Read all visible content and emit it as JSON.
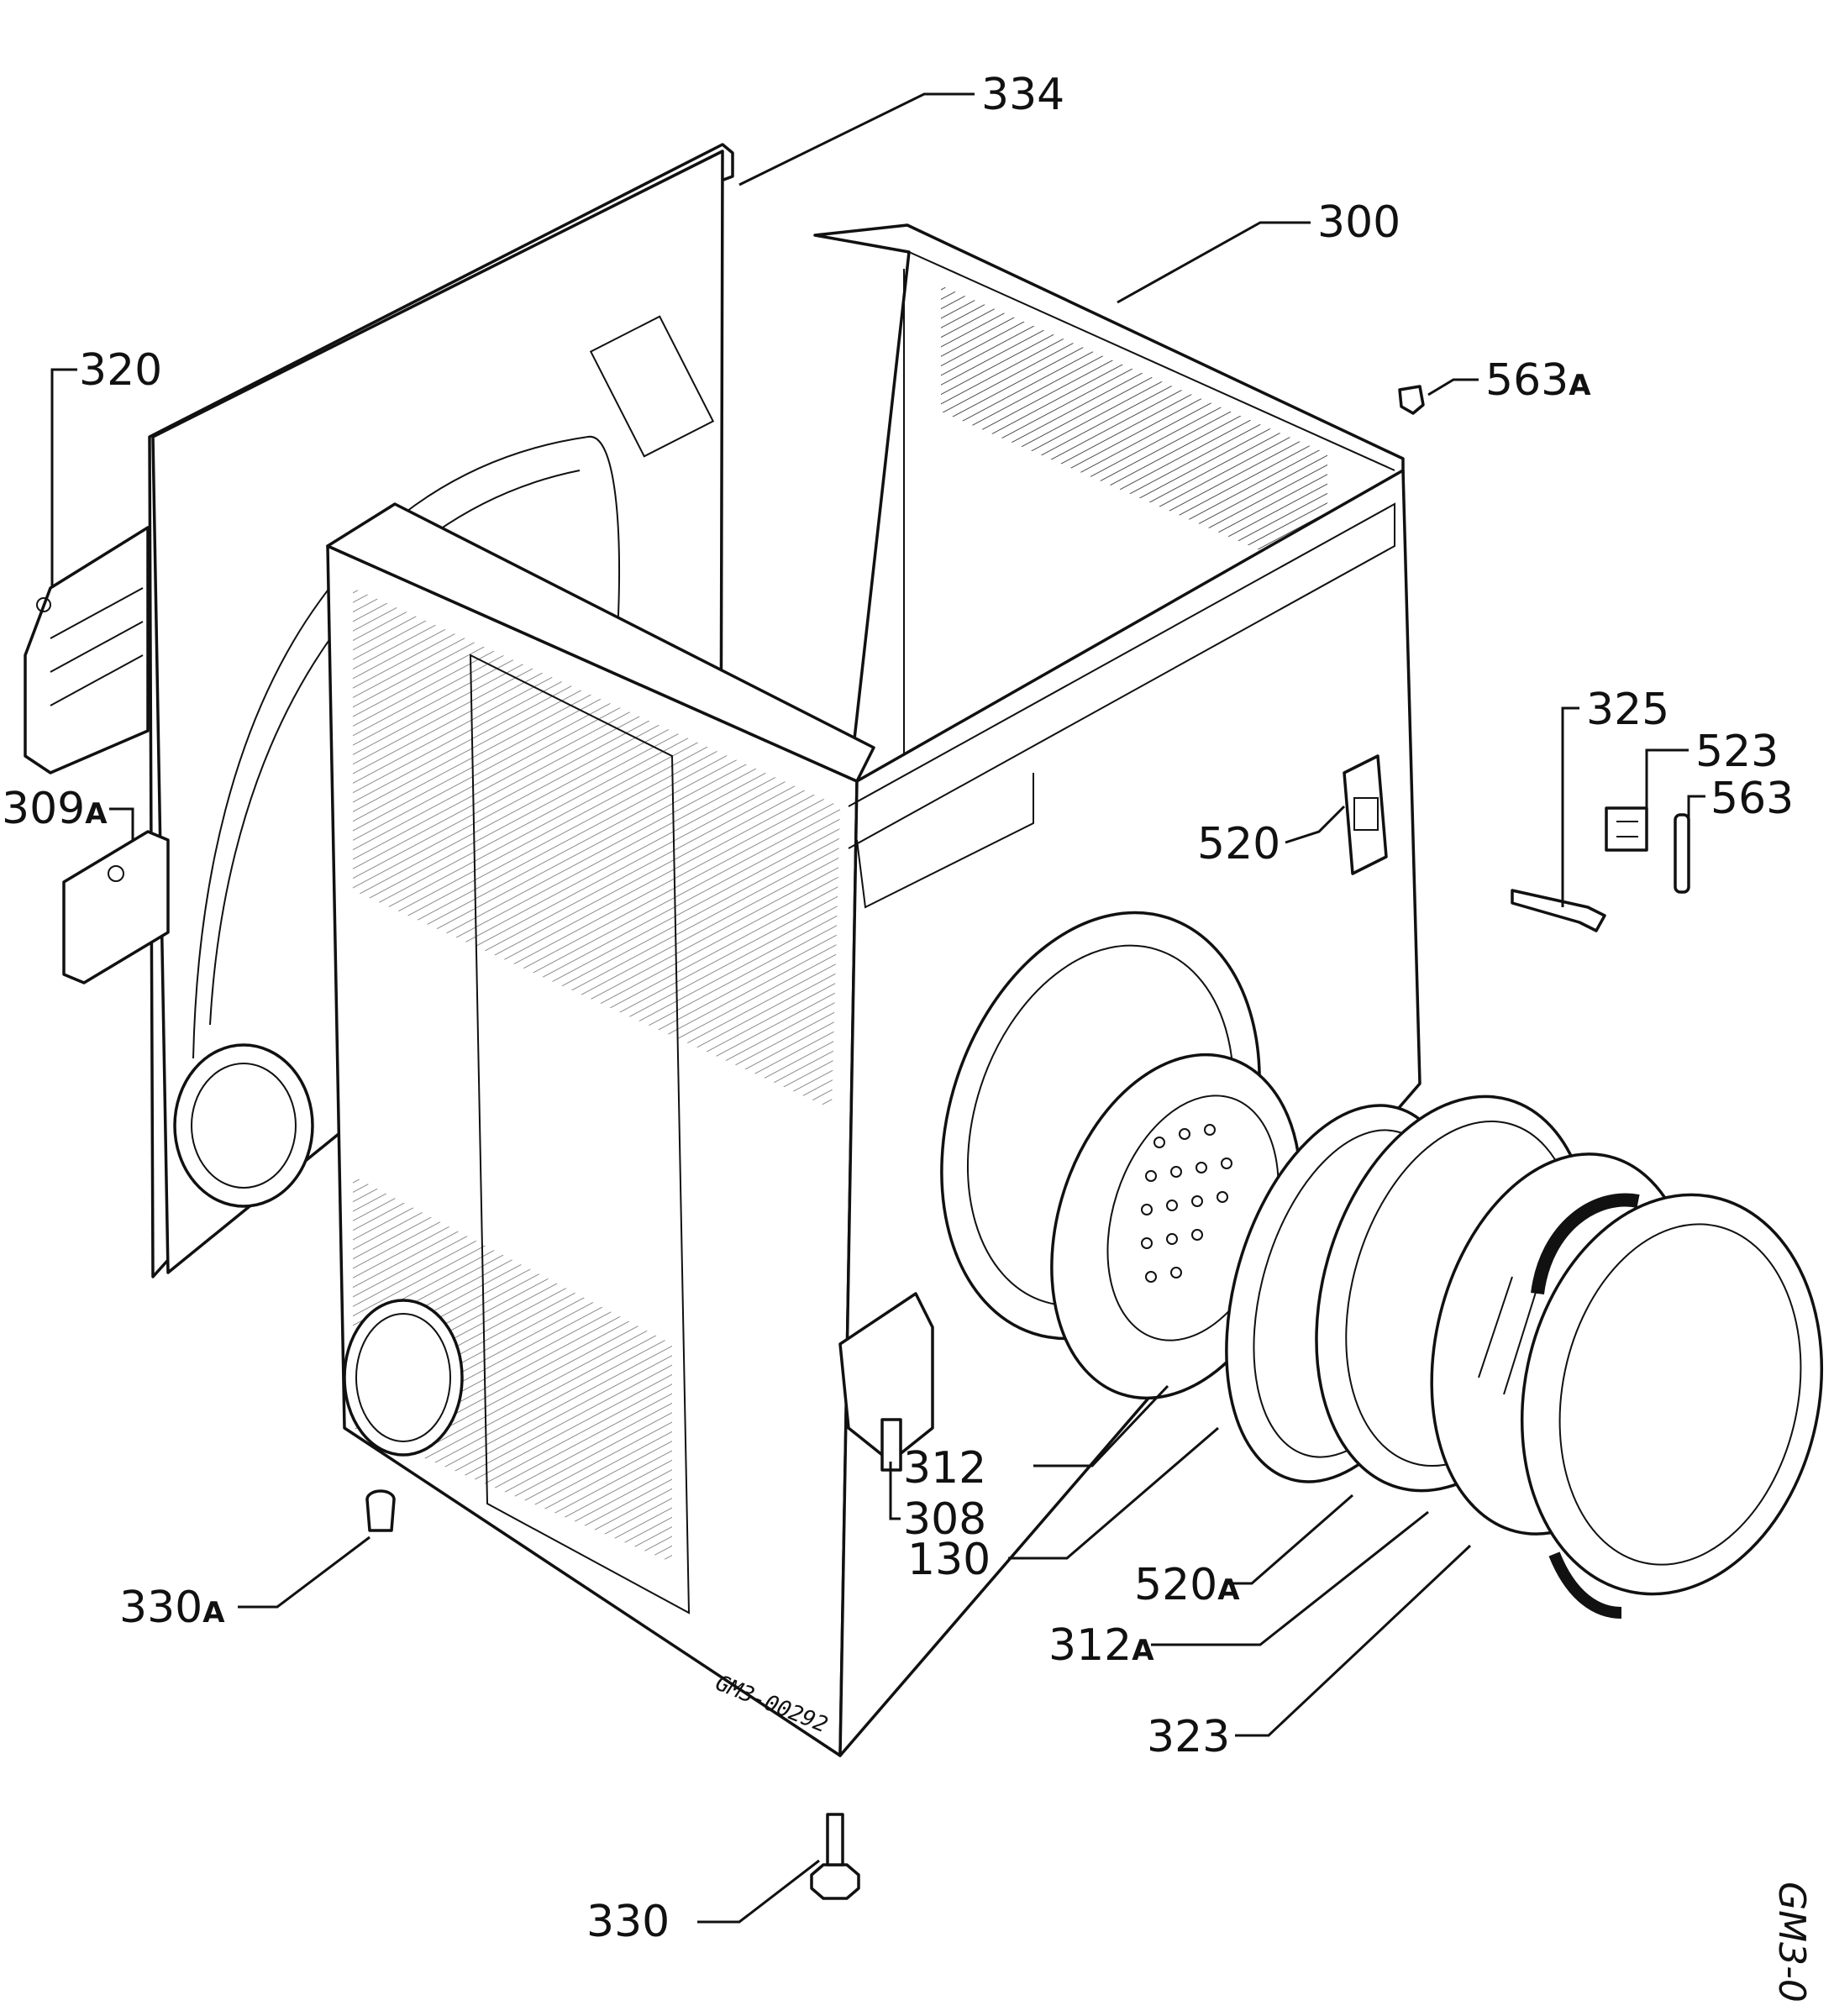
{
  "diagram_code": "GM3-00292",
  "edge_code": "GM3-0",
  "callouts": {
    "c334": {
      "num": "334",
      "suffix": ""
    },
    "c300": {
      "num": "300",
      "suffix": ""
    },
    "c320": {
      "num": "320",
      "suffix": ""
    },
    "c563a": {
      "num": "563",
      "suffix": "A"
    },
    "c309a": {
      "num": "309",
      "suffix": "A"
    },
    "c325": {
      "num": "325",
      "suffix": ""
    },
    "c523": {
      "num": "523",
      "suffix": ""
    },
    "c563": {
      "num": "563",
      "suffix": ""
    },
    "c520": {
      "num": "520",
      "suffix": ""
    },
    "c312": {
      "num": "312",
      "suffix": ""
    },
    "c308": {
      "num": "308",
      "suffix": ""
    },
    "c130": {
      "num": "130",
      "suffix": ""
    },
    "c330a": {
      "num": "330",
      "suffix": "A"
    },
    "c520a": {
      "num": "520",
      "suffix": "A"
    },
    "c312a": {
      "num": "312",
      "suffix": "A"
    },
    "c323": {
      "num": "323",
      "suffix": ""
    },
    "c330": {
      "num": "330",
      "suffix": ""
    }
  }
}
